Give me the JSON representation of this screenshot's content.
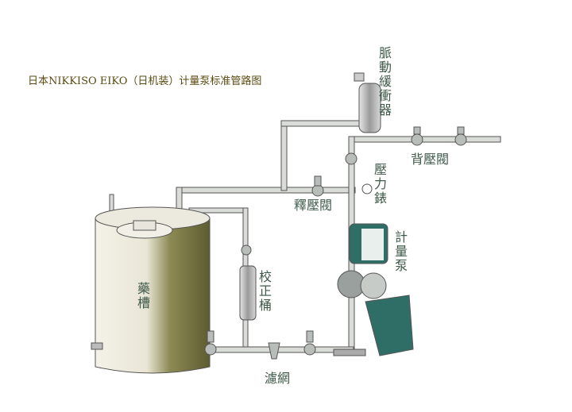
{
  "title": "日本NIKKISO EIKO（日机装）计量泵标准管路图",
  "labels": {
    "dampener": "脈動緩衝器",
    "back_pressure_valve": "背壓閥",
    "pressure_gauge": "壓力錶",
    "relief_valve": "釋壓閥",
    "metering_pump": "計量泵",
    "chemical_tank": "藥槽",
    "calibration_column": "校正桶",
    "strainer": "濾網"
  },
  "colors": {
    "pipe": "#c9ccc8",
    "pump": "#2f6e66",
    "tank_shade": "#6b6a3a",
    "label": "#3f5a4a",
    "title": "#5a4a10"
  }
}
